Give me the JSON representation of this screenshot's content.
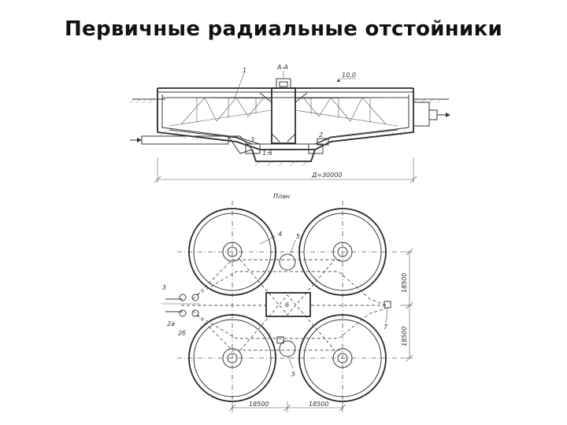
{
  "title": "Первичные радиальные отстойники",
  "section": {
    "section_mark": "А-А",
    "level": "10,0",
    "diameter": "Д=30000",
    "callout_1": "1",
    "callout_2": "2",
    "callout_3": "3",
    "pipe_label": "1:6",
    "plan_label": "План"
  },
  "plan": {
    "dim_vertical_top": "18500",
    "dim_vertical_bottom": "18500",
    "dim_horizontal_left": "18500",
    "dim_horizontal_right": "18500",
    "block_label": "6",
    "callout_4": "4",
    "callout_5_top": "5",
    "callout_5_bottom": "5",
    "callout_7": "7",
    "callout_3": "3",
    "label_2a": "2а",
    "label_2b": "2б"
  }
}
